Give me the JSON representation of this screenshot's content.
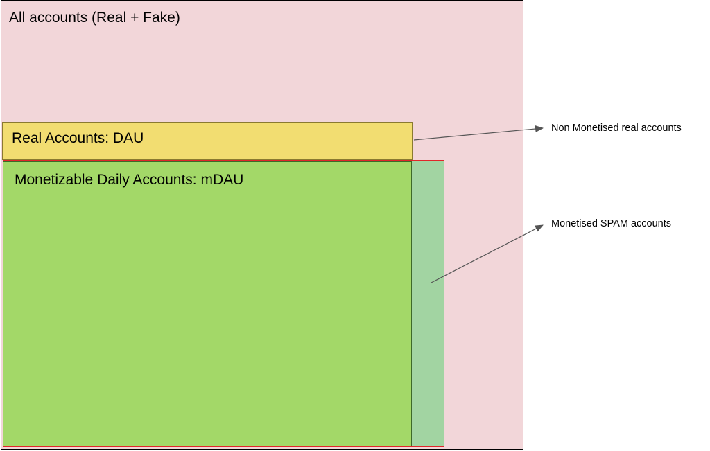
{
  "regions": {
    "all": {
      "label": "All accounts (Real + Fake)",
      "color": "#f2d6d9"
    },
    "dau": {
      "label": "Real Accounts: DAU",
      "color": "#f2dd71"
    },
    "mdau": {
      "label": "Monetizable Daily Accounts: mDAU",
      "color": "#a3d868"
    },
    "spam": {
      "color": "#a2d4a2"
    }
  },
  "annotations": [
    {
      "text": "Non Monetised real accounts"
    },
    {
      "text": "Monetised SPAM accounts"
    }
  ],
  "colors": {
    "outline": "#e0262a",
    "arrow": "#555555"
  }
}
